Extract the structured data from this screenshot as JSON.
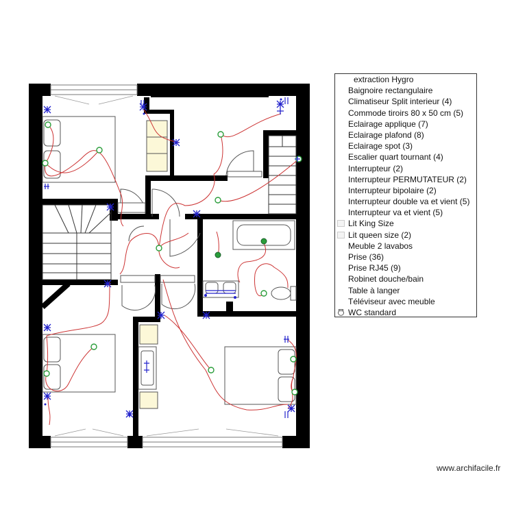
{
  "legend": {
    "items": [
      {
        "label": "extraction Hygro",
        "icon": "none"
      },
      {
        "label": "Baignoire rectangulaire",
        "icon": "none"
      },
      {
        "label": "Climatiseur Split interieur (4)",
        "icon": "none"
      },
      {
        "label": "Commode tiroirs 80 x 50 cm (5)",
        "icon": "none"
      },
      {
        "label": "Eclairage applique (7)",
        "icon": "none"
      },
      {
        "label": "Eclairage plafond (8)",
        "icon": "none"
      },
      {
        "label": "Eclairage spot (3)",
        "icon": "none"
      },
      {
        "label": "Escalier quart tournant (4)",
        "icon": "none"
      },
      {
        "label": "Interrupteur (2)",
        "icon": "none"
      },
      {
        "label": "Interrupteur PERMUTATEUR (2)",
        "icon": "none"
      },
      {
        "label": "Interrupteur bipolaire (2)",
        "icon": "none"
      },
      {
        "label": "Interrupteur double va et vient (5)",
        "icon": "none"
      },
      {
        "label": "Interrupteur va et vient (5)",
        "icon": "none"
      },
      {
        "label": "Lit King Size",
        "icon": "bed-icon"
      },
      {
        "label": "Lit queen size (2)",
        "icon": "bed-icon"
      },
      {
        "label": "Meuble 2 lavabos",
        "icon": "none"
      },
      {
        "label": "Prise (36)",
        "icon": "none"
      },
      {
        "label": "Prise  RJ45 (9)",
        "icon": "none"
      },
      {
        "label": "Robinet douche/bain",
        "icon": "none"
      },
      {
        "label": "Table à langer",
        "icon": "none"
      },
      {
        "label": "Téléviseur avec meuble",
        "icon": "none"
      },
      {
        "label": "WC standard",
        "icon": "wc-icon"
      }
    ]
  },
  "credit": "www.archifacile.fr",
  "colors": {
    "wall": "#000000",
    "wire": "#cc3333",
    "outlet": "#2a9d3a",
    "switch": "#2222cc",
    "furniture_fill": "#fcf8d8",
    "furniture_stroke": "#555555"
  }
}
